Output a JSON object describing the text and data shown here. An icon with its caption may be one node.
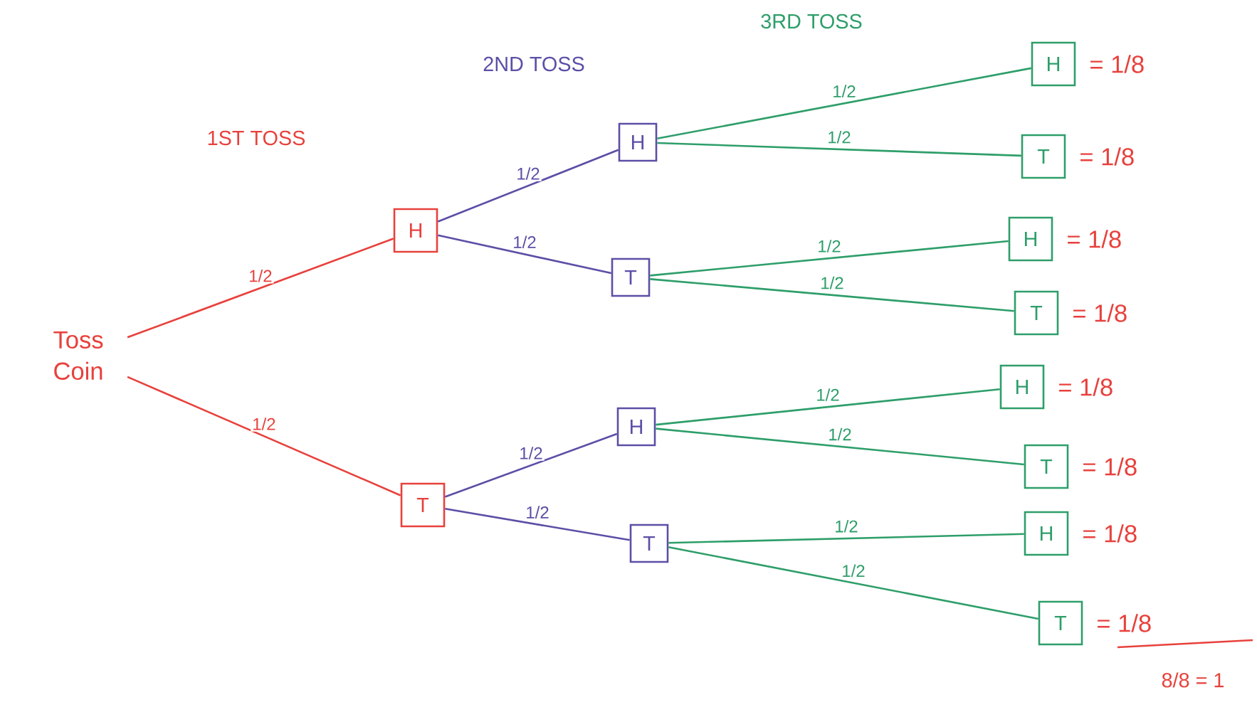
{
  "diagram": {
    "nodes": [
      {
        "text": [
          "Toss Coin"
        ]
      },
      {
        "text": [
          "H"
        ]
      },
      {
        "text": [
          "T"
        ]
      },
      {
        "text": [
          "H"
        ]
      },
      {
        "text": [
          "T"
        ]
      },
      {
        "text": [
          "H"
        ]
      },
      {
        "text": [
          "T"
        ]
      },
      {
        "text": [
          "H"
        ],
        "beside": [
          "= 1/8"
        ]
      },
      {
        "text": [
          "T"
        ],
        "beside": [
          "= 1/8"
        ]
      },
      {
        "text": [
          "H"
        ],
        "beside": [
          "= 1/8"
        ]
      },
      {
        "text": [
          "T"
        ],
        "beside": [
          "= 1/8"
        ]
      },
      {
        "text": [
          "H"
        ],
        "beside": [
          "= 1/8"
        ]
      },
      {
        "text": [
          "T"
        ],
        "beside": [
          "= 1/8"
        ]
      },
      {
        "text": [
          "H"
        ],
        "beside": [
          "= 1/8"
        ]
      },
      {
        "text": [
          "T"
        ],
        "beside": [
          "= 1/8"
        ]
      }
    ],
    "edges": [
      {
        "from": 0,
        "to": 1,
        "arrow": "none",
        "label": "1/2",
        "color": "#e8413c"
      },
      {
        "from": 0,
        "to": 2,
        "arrow": "none",
        "label": "1/2",
        "color": "#e8413c"
      },
      {
        "from": 1,
        "to": 3,
        "arrow": "none",
        "label": "1/2",
        "color": "#5b4fa6"
      },
      {
        "from": 1,
        "to": 4,
        "arrow": "none",
        "label": "1/2",
        "color": "#5b4fa6"
      },
      {
        "from": 2,
        "to": 5,
        "arrow": "none",
        "label": "1/2",
        "color": "#5b4fa6"
      },
      {
        "from": 2,
        "to": 6,
        "arrow": "none",
        "label": "1/2",
        "color": "#5b4fa6"
      },
      {
        "from": 3,
        "to": 7,
        "arrow": "none",
        "label": "1/2"
      },
      {
        "from": 3,
        "to": 8,
        "arrow": "none",
        "label": "1/2"
      },
      {
        "from": 4,
        "to": 9,
        "arrow": "none",
        "label": "1/2"
      },
      {
        "from": 4,
        "to": 10,
        "arrow": "none",
        "label": "1/2"
      },
      {
        "from": 5,
        "to": 11,
        "arrow": "none",
        "label": "1/2"
      },
      {
        "from": 5,
        "to": 12,
        "arrow": "none",
        "label": "1/2"
      },
      {
        "from": 6,
        "to": 13,
        "arrow": "none",
        "label": "1/2"
      },
      {
        "from": 6,
        "to": 14,
        "arrow": "none",
        "label": "1/2"
      }
    ],
    "labels": [
      "3RD TOSS",
      "2ND TOSS",
      "1ST TOSS",
      "8/8 = 1"
    ]
  }
}
